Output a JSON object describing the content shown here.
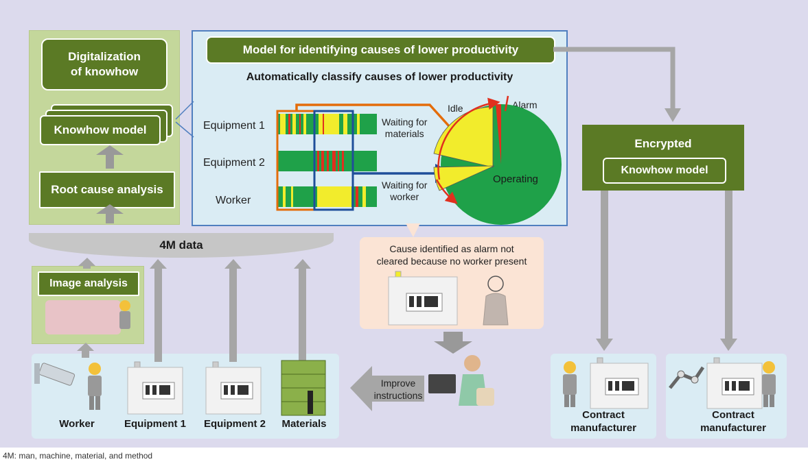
{
  "left_panel": {
    "digitalization": "Digitalization\nof knowhow",
    "knowhow_model": "Knowhow model",
    "root_cause": "Root cause analysis"
  },
  "center": {
    "model_title": "Model for identifying causes of lower productivity",
    "subtitle": "Automatically classify causes of lower productivity",
    "rows": [
      "Equipment 1",
      "Equipment 2",
      "Worker"
    ],
    "waiting_materials": "Waiting for\nmaterials",
    "waiting_worker": "Waiting for\nworker",
    "idle": "Idle",
    "alarm": "Alarm",
    "operating": "Operating"
  },
  "data_bar": {
    "label": "4M data"
  },
  "image_analysis": {
    "label": "Image analysis"
  },
  "callout": {
    "text": "Cause identified as alarm not\ncleared because no worker present"
  },
  "improve": {
    "label": "Improve\ninstructions"
  },
  "bottom_labels": [
    "Worker",
    "Equipment 1",
    "Equipment 2",
    "Materials"
  ],
  "right_panel": {
    "encrypted": "Encrypted",
    "knowhow_model": "Knowhow model",
    "contract1": "Contract\nmanufacturer",
    "contract2": "Contract\nmanufacturer"
  },
  "footnote": "4M: man, machine, material, and method",
  "colors": {
    "panel_bg": "#dcdaed",
    "dark_green": "#5b7a25",
    "light_green": "#c4d79b",
    "light_blue": "#daecf4",
    "callout_bg": "#fbe4d5",
    "pie_green": "#1fa149",
    "pie_yellow": "#f2ec2c",
    "alarm_red": "#e0301e",
    "arrow_orange": "#e46c0a",
    "arrow_blue": "#1f4e9a"
  }
}
